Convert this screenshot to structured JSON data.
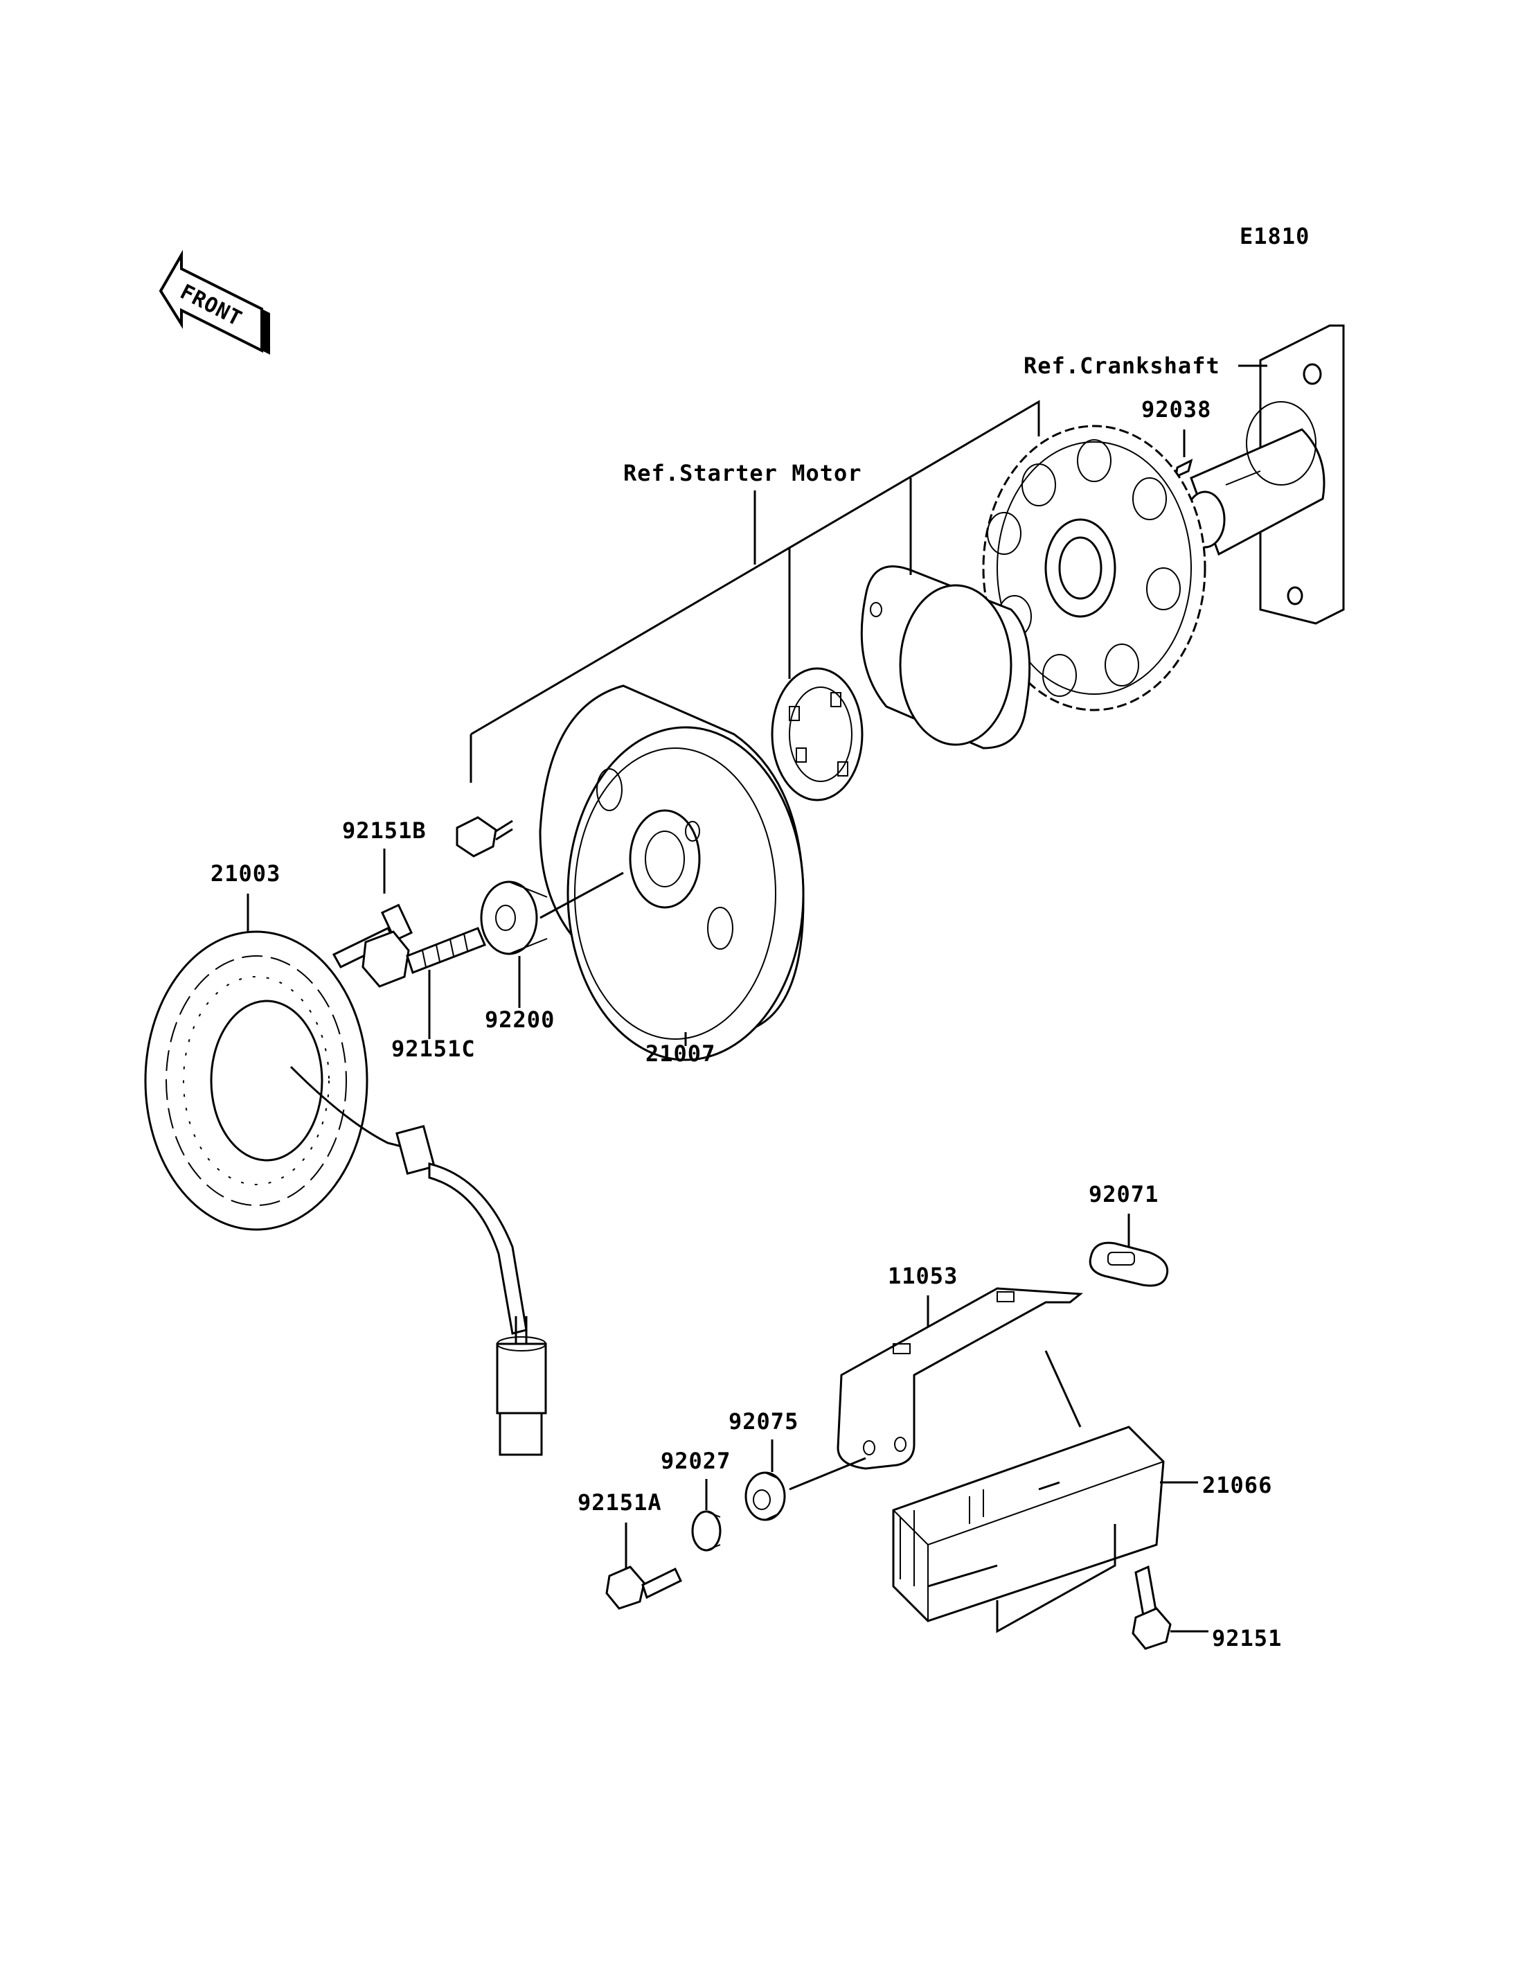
{
  "diagram_id": "E1810",
  "front_label": "FRONT",
  "refs": {
    "crankshaft": "Ref.Crankshaft",
    "starter_motor": "Ref.Starter Motor"
  },
  "parts": {
    "p92038": "92038",
    "p92151B": "92151B",
    "p21003": "21003",
    "p92200": "92200",
    "p92151C": "92151C",
    "p21007": "21007",
    "p92071": "92071",
    "p11053": "11053",
    "p92075": "92075",
    "p92027": "92027",
    "p92151A": "92151A",
    "p21066": "21066",
    "p92151": "92151"
  }
}
